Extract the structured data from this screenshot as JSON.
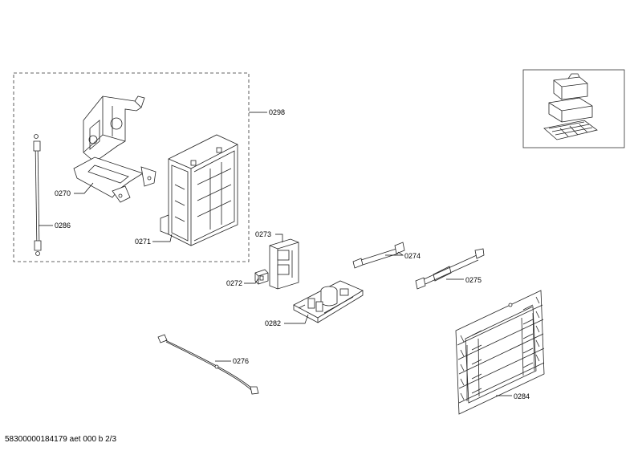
{
  "diagram": {
    "parts": [
      {
        "id": "p0298",
        "label": "0298"
      },
      {
        "id": "p0270",
        "label": "0270"
      },
      {
        "id": "p0286",
        "label": "0286"
      },
      {
        "id": "p0271",
        "label": "0271"
      },
      {
        "id": "p0273",
        "label": "0273"
      },
      {
        "id": "p0274",
        "label": "0274"
      },
      {
        "id": "p0272",
        "label": "0272"
      },
      {
        "id": "p0275",
        "label": "0275"
      },
      {
        "id": "p0282",
        "label": "0282"
      },
      {
        "id": "p0276",
        "label": "0276"
      },
      {
        "id": "p0284",
        "label": "0284"
      }
    ]
  },
  "footer": {
    "text": "58300000184179 aet 000 b 2/3"
  }
}
